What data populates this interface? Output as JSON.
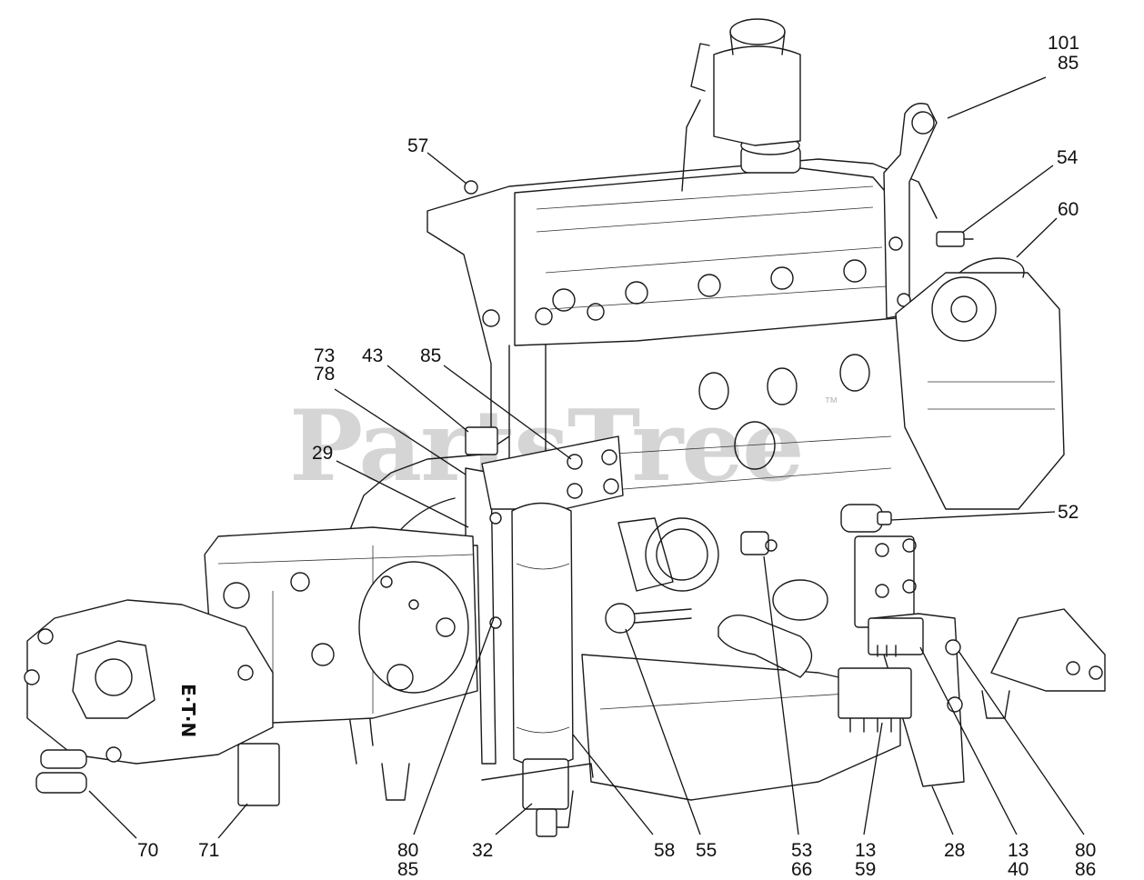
{
  "watermark": {
    "text": "PartsTree",
    "mark": "™"
  },
  "brand_label": "E·T·N",
  "callouts": [
    {
      "id": "c101",
      "lines": [
        "101",
        "85"
      ]
    },
    {
      "id": "c54",
      "lines": [
        "54"
      ]
    },
    {
      "id": "c60",
      "lines": [
        "60"
      ]
    },
    {
      "id": "c57",
      "lines": [
        "57"
      ]
    },
    {
      "id": "c73",
      "lines": [
        "73",
        "78"
      ]
    },
    {
      "id": "c43",
      "lines": [
        "43"
      ]
    },
    {
      "id": "c85",
      "lines": [
        "85"
      ]
    },
    {
      "id": "c29",
      "lines": [
        "29"
      ]
    },
    {
      "id": "c52",
      "lines": [
        "52"
      ]
    },
    {
      "id": "c70",
      "lines": [
        "70"
      ]
    },
    {
      "id": "c71",
      "lines": [
        "71"
      ]
    },
    {
      "id": "c80a",
      "lines": [
        "80",
        "85"
      ]
    },
    {
      "id": "c32",
      "lines": [
        "32"
      ]
    },
    {
      "id": "c58",
      "lines": [
        "58"
      ]
    },
    {
      "id": "c55",
      "lines": [
        "55"
      ]
    },
    {
      "id": "c53",
      "lines": [
        "53",
        "66"
      ]
    },
    {
      "id": "c13a",
      "lines": [
        "13",
        "59"
      ]
    },
    {
      "id": "c28",
      "lines": [
        "28"
      ]
    },
    {
      "id": "c13b",
      "lines": [
        "13",
        "40"
      ]
    },
    {
      "id": "c80b",
      "lines": [
        "80",
        "86"
      ]
    }
  ]
}
